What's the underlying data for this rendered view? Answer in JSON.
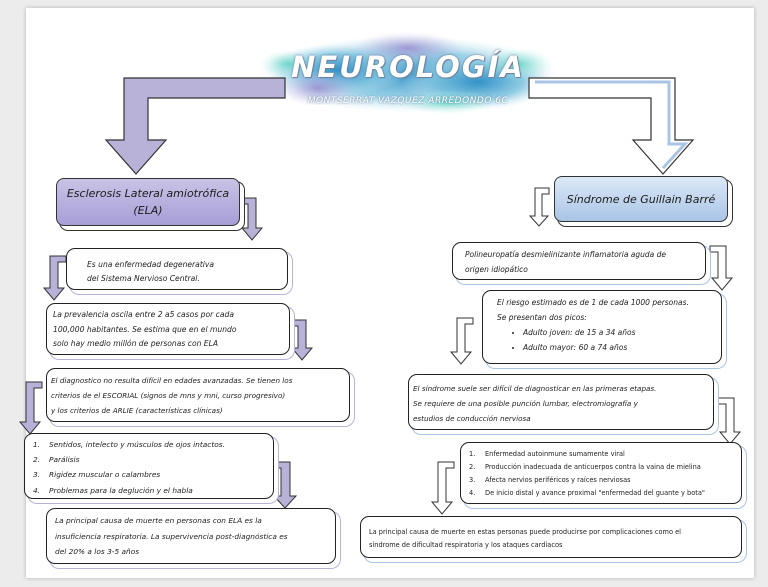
{
  "header": {
    "title": "NEUROLOGÍA",
    "author": "MONTSERRAT VAZQUEZ ARREDONDO 6C"
  },
  "left": {
    "heading_line1": "Esclerosis Lateral amiotrófica",
    "heading_line2": "(ELA)",
    "def_line1": "Es una enfermedad degenerativa",
    "def_line2": "del Sistema Nervioso Central.",
    "prev_line1": "La prevalencia oscila entre 2 a5 casos por cada",
    "prev_line2": "100,000 habitantes. Se estima que en el mundo",
    "prev_line3": "solo hay medio millón de personas con ELA",
    "diag_line1": "El diagnostico no resulta difícil en edades avanzadas. Se tienen los",
    "diag_line2": "criterios de el ESCORIAL (signos de mns y mni, curso progresivo)",
    "diag_line3": "y los criterios de ARLIE (características clínicas)",
    "symptoms": [
      {
        "num": "1.",
        "text": "Sentidos, intelecto y músculos de ojos intactos."
      },
      {
        "num": "2.",
        "text": "Parálisis"
      },
      {
        "num": "3.",
        "text": "Rigidez muscular o calambres"
      },
      {
        "num": "4.",
        "text": "Problemas para la deglución y el habla"
      }
    ],
    "death_line1": "La principal causa de muerte en personas con ELA es la",
    "death_line2": "insuficiencia respiratoria. La supervivencia post-diagnóstica es",
    "death_line3": "del 20% a los 3-5 años"
  },
  "right": {
    "heading": "Síndrome de Guillain Barré",
    "def_line1": "Polineuropatía desmielinizante inflamatoria aguda de",
    "def_line2": "origen idiopático",
    "risk_line1": "El riesgo estimado es de 1 de cada 1000 personas.",
    "risk_line2": "Se presentan dos picos:",
    "peaks": [
      "Adulto joven: de 15 a 34 años",
      "Adulto mayor: 60 a 74 años"
    ],
    "diag_line1": "El síndrome suele ser difícil de diagnosticar en las primeras etapas.",
    "diag_line2": "Se requiere de una posible punción lumbar, electromiografía y",
    "diag_line3": "estudios de conducción nerviosa",
    "features": [
      {
        "num": "1.",
        "text": "Enfermedad autoinmune sumamente viral"
      },
      {
        "num": "2.",
        "text": "Producción inadecuada de anticuerpos contra la vaina de mielina"
      },
      {
        "num": "3.",
        "text": "Afecta nervios periféricos y raíces nerviosas"
      },
      {
        "num": "4.",
        "text": "De inicio distal y avance proximal \"enfermedad del guante y bota\""
      }
    ],
    "death_line1": "La principal causa de muerte en estas personas puede producirse por complicaciones como el",
    "death_line2": "síndrome de dificultad respiratoria y los ataques cardiacos"
  },
  "colors": {
    "left_arrow": "#b9b2d8",
    "right_arrow": "#a9c4e6",
    "banner": "#6fb7d6"
  }
}
